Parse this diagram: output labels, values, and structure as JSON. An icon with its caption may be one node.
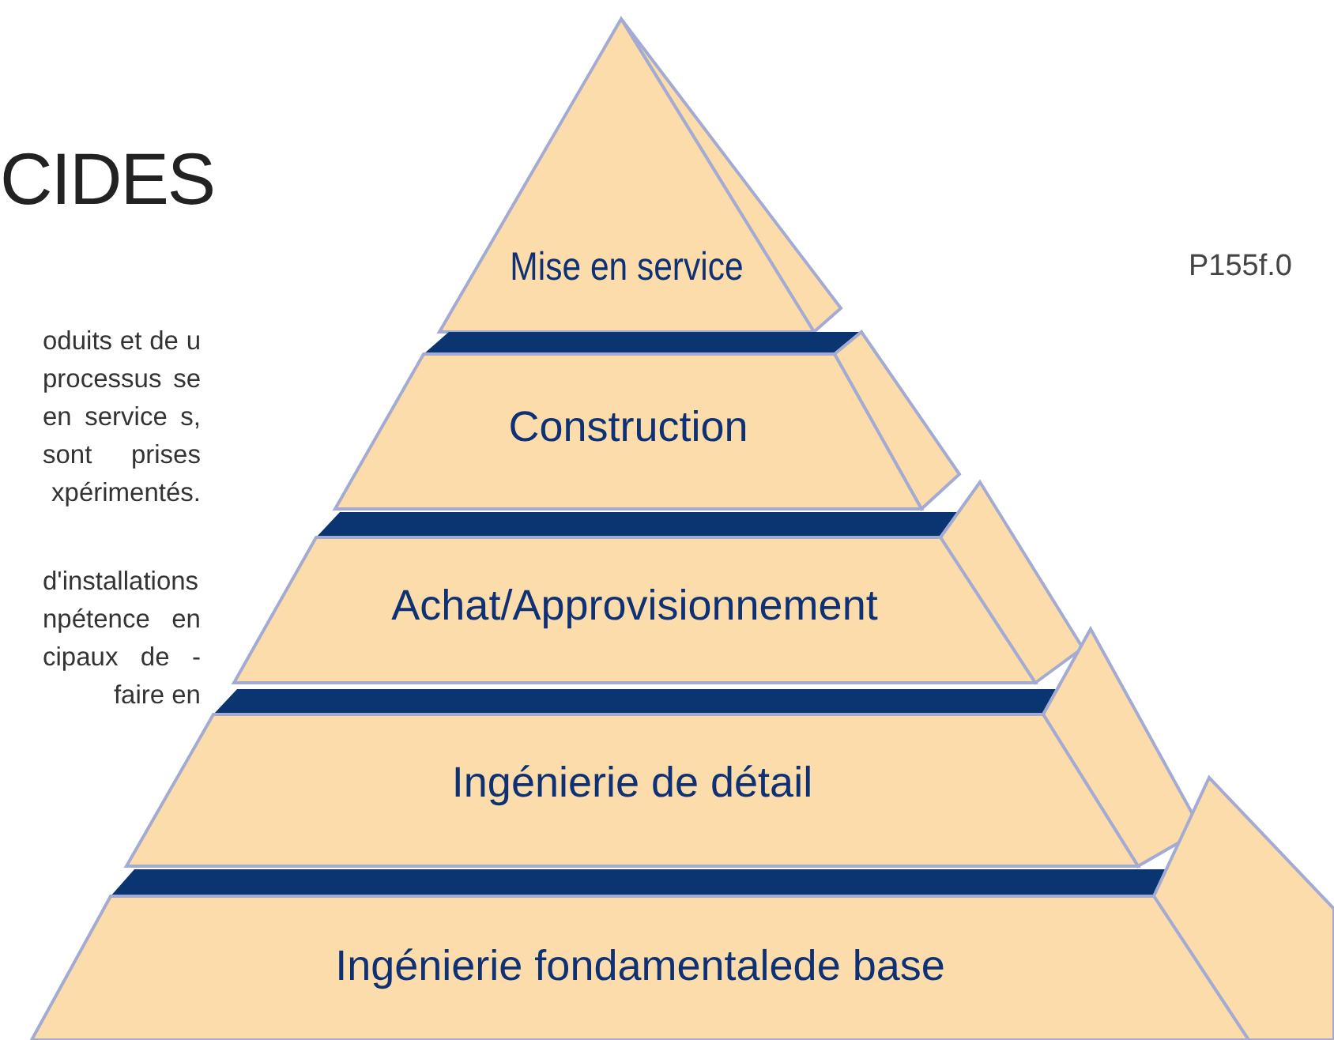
{
  "diagram": {
    "title": "CIDES",
    "nodes": [
      {
        "text": [
          "Mise en service"
        ]
      },
      {
        "text": [
          "Construction"
        ]
      },
      {
        "text": [
          "Achat/Approvisionnement"
        ]
      },
      {
        "text": [
          "Ingénierie de détail"
        ]
      },
      {
        "text": [
          "Ingénierie fondamentalede base"
        ]
      }
    ],
    "labels": [
      "oduits et de u processus se en service s, sont prises xpérimentés.",
      "d'installations npétence en cipaux de -faire en",
      "P155f.0"
    ]
  }
}
